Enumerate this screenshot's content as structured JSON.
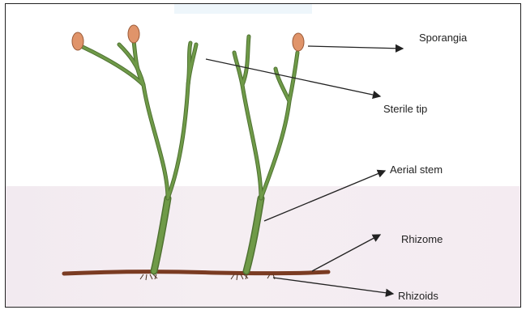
{
  "labels": {
    "sporangia": "Sporangia",
    "sterile_tip": "Sterile tip",
    "aerial_stem": "Aerial stem",
    "rhizome": "Rhizome",
    "rhizoids": "Rhizoids"
  },
  "colors": {
    "stem": "#6f9a48",
    "stem_outline": "#4f7232",
    "sporangium": "#e0946a",
    "rhizome": "#7a3b22",
    "rhizoid": "#4a3020",
    "arrow": "#222222",
    "frame": "#222222"
  }
}
